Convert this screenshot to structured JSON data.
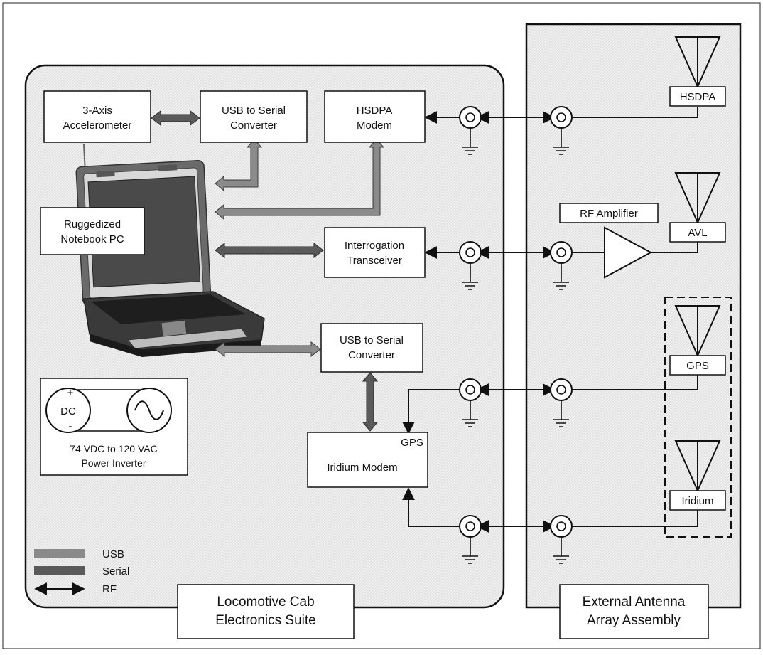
{
  "panels": {
    "cab": [
      "Locomotive Cab",
      "Electronics Suite"
    ],
    "array": [
      "External Antenna",
      "Array Assembly"
    ]
  },
  "blocks": {
    "accelerometer": [
      "3-Axis",
      "Accelerometer"
    ],
    "usb_serial_top": [
      "USB to Serial",
      "Converter"
    ],
    "hsdpa_modem": [
      "HSDPA",
      "Modem"
    ],
    "notebook": [
      "Ruggedized",
      "Notebook PC"
    ],
    "interrogation": [
      "Interrogation",
      "Transceiver"
    ],
    "usb_serial_bottom": [
      "USB to Serial",
      "Converter"
    ],
    "iridium_modem": "Iridium Modem",
    "iridium_gps_port": "GPS",
    "rf_amplifier": "RF Amplifier"
  },
  "antennas": [
    "HSDPA",
    "AVL",
    "GPS",
    "Iridium"
  ],
  "power_inverter": {
    "dc_label": "DC",
    "plus": "+",
    "minus": "-",
    "caption": [
      "74 VDC to 120 VAC",
      "Power Inverter"
    ]
  },
  "legend": {
    "usb": "USB",
    "serial": "Serial",
    "rf": "RF",
    "colors": {
      "usb": "#8a8a8a",
      "serial": "#5a5a5a",
      "rf": "#111111"
    }
  }
}
